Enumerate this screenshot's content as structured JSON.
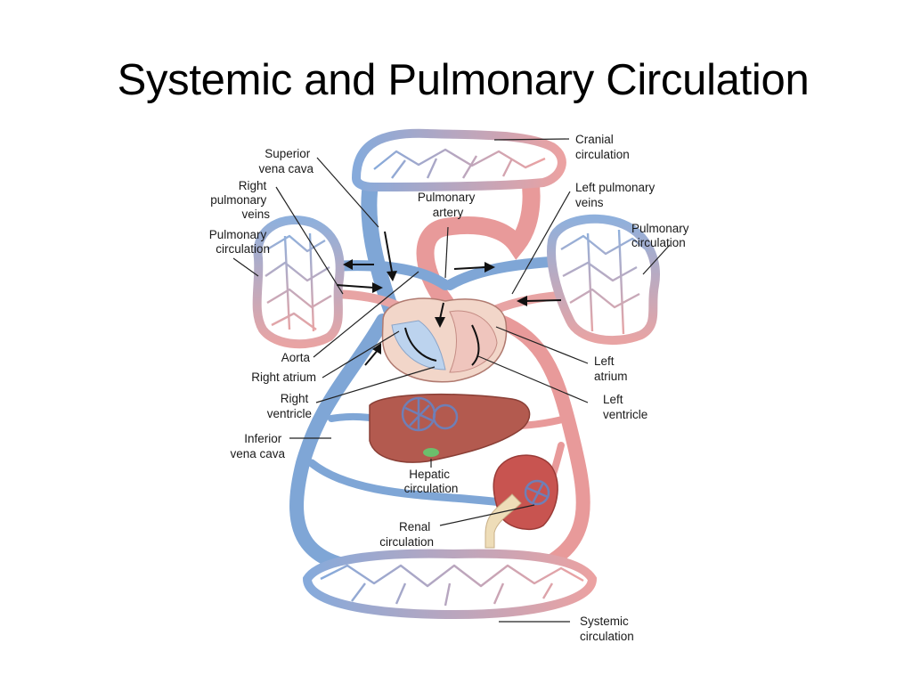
{
  "slide": {
    "title": "Systemic and Pulmonary Circulation"
  },
  "labels": {
    "superior_vena_cava": [
      "Superior",
      "vena cava"
    ],
    "right_pulmonary_veins": [
      "Right",
      "pulmonary",
      "veins"
    ],
    "pulmonary_circulation_left": [
      "Pulmonary",
      "circulation"
    ],
    "aorta": [
      "Aorta"
    ],
    "right_atrium": [
      "Right atrium"
    ],
    "right_ventricle": [
      "Right",
      "ventricle"
    ],
    "inferior_vena_cava": [
      "Inferior",
      "vena cava"
    ],
    "pulmonary_artery": [
      "Pulmonary",
      "artery"
    ],
    "hepatic_circulation": [
      "Hepatic",
      "circulation"
    ],
    "renal_circulation": [
      "Renal",
      "circulation"
    ],
    "cranial_circulation": [
      "Cranial",
      "circulation"
    ],
    "left_pulmonary_veins": [
      "Left pulmonary",
      "veins"
    ],
    "pulmonary_circulation_right": [
      "Pulmonary",
      "circulation"
    ],
    "left_atrium": [
      "Left",
      "atrium"
    ],
    "left_ventricle": [
      "Left",
      "ventricle"
    ],
    "systemic_circulation": [
      "Systemic",
      "circulation"
    ]
  },
  "colors": {
    "vein_blue": "#7fa6d6",
    "artery_red": "#e89a9a",
    "organ_brown": "#b35a4f",
    "kidney": "#c85450",
    "heart_fill": "#f2d6c9"
  }
}
